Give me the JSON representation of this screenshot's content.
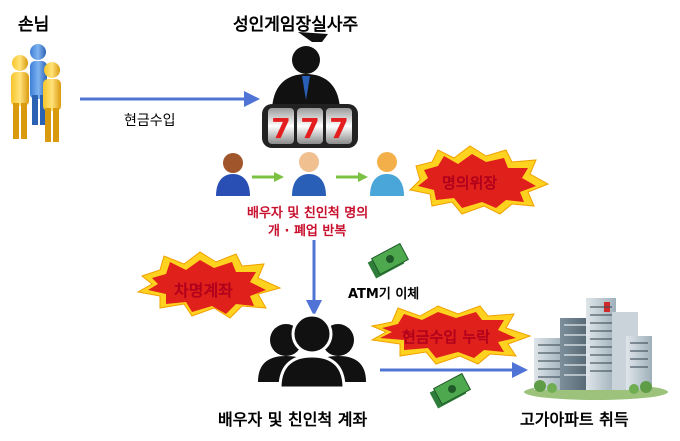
{
  "labels": {
    "customer": "손님",
    "owner": "성인게임장실사주",
    "cash_income": "현금수입",
    "name_disguise": "명의위장",
    "repeat_open_close_line1": "배우자 및 친인척 명의",
    "repeat_open_close_line2": "개 · 폐업 반복",
    "borrowed_account": "차명계좌",
    "atm_transfer": "ATM기 이체",
    "cash_omission": "현금수입 누락",
    "relatives_account": "배우자 및 친인척 계좌",
    "apartment": "고가아파트 취득"
  },
  "colors": {
    "arrow_blue": "#4f74d6",
    "burst_red": "#e0201b",
    "burst_yellow": "#ffd21f",
    "label_red": "#c8102e"
  },
  "icons": [
    "people-icon",
    "gambler-icon",
    "slot-machine-icon",
    "person-icon",
    "money-icon",
    "silhouette-group-icon",
    "apartment-icon"
  ]
}
